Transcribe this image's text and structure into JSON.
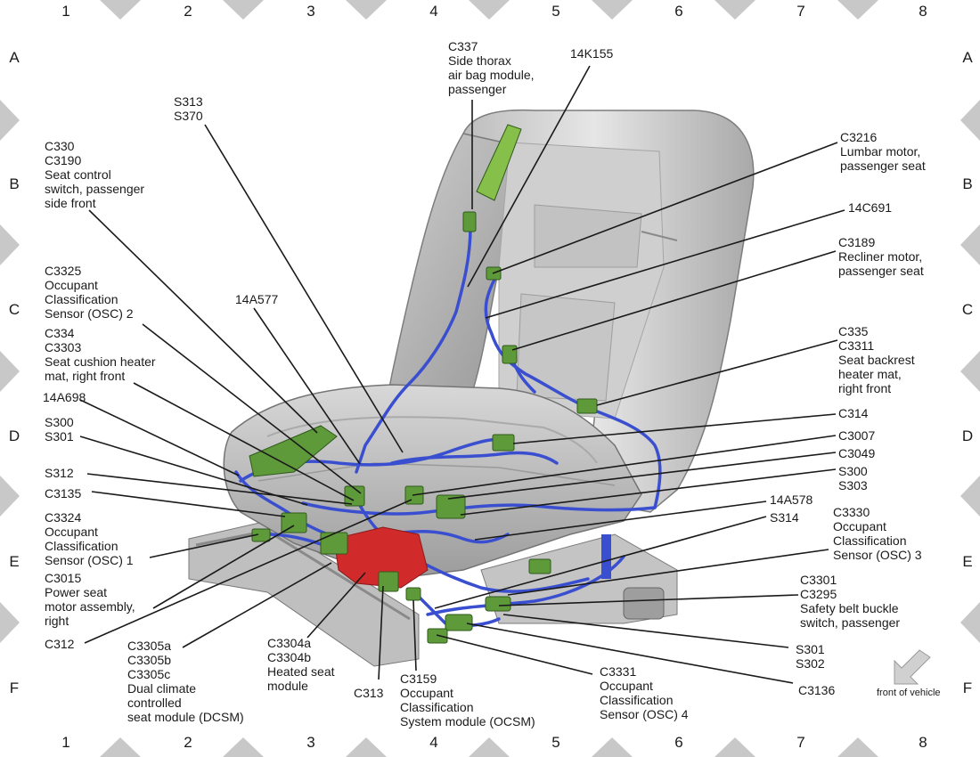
{
  "grid": {
    "columns": [
      "1",
      "2",
      "3",
      "4",
      "5",
      "6",
      "7",
      "8"
    ],
    "rows": [
      "A",
      "B",
      "C",
      "D",
      "E",
      "F"
    ]
  },
  "callouts": {
    "c337": [
      "C337",
      "Side thorax",
      "air bag module,",
      "passenger"
    ],
    "k14k155": [
      "14K155"
    ],
    "s313": [
      "S313",
      "S370"
    ],
    "c330": [
      "C330",
      "C3190",
      "Seat control",
      "switch, passenger",
      "side front"
    ],
    "c3216": [
      "C3216",
      "Lumbar motor,",
      "passenger seat"
    ],
    "c14c691": [
      "14C691"
    ],
    "c3189": [
      "C3189",
      "Recliner motor,",
      "passenger seat"
    ],
    "c3325": [
      "C3325",
      "Occupant",
      "Classification",
      "Sensor (OSC) 2"
    ],
    "a14a577": [
      "14A577"
    ],
    "c334": [
      "C334",
      "C3303",
      "Seat cushion heater",
      "mat, right front"
    ],
    "c335": [
      "C335",
      "C3311",
      "Seat backrest",
      "heater mat,",
      "right front"
    ],
    "a14a698": [
      "14A698"
    ],
    "c314": [
      "C314"
    ],
    "s300a": [
      "S300",
      "S301"
    ],
    "c3007": [
      "C3007"
    ],
    "c3049": [
      "C3049"
    ],
    "s312": [
      "S312"
    ],
    "s300b": [
      "S300",
      "S303"
    ],
    "c3135": [
      "C3135"
    ],
    "a14a578": [
      "14A578"
    ],
    "s314": [
      "S314"
    ],
    "c3324": [
      "C3324",
      "Occupant",
      "Classification",
      "Sensor (OSC) 1"
    ],
    "c3330": [
      "C3330",
      "Occupant",
      "Classification",
      "Sensor (OSC) 3"
    ],
    "c3015": [
      "C3015",
      "Power seat",
      "motor assembly,",
      "right"
    ],
    "c3301": [
      "C3301",
      "C3295",
      "Safety belt buckle",
      "switch, passenger"
    ],
    "c312": [
      "C312"
    ],
    "c3305": [
      "C3305a",
      "C3305b",
      "C3305c",
      "Dual climate",
      "controlled",
      "seat module (DCSM)"
    ],
    "c3304": [
      "C3304a",
      "C3304b",
      "Heated seat",
      "module"
    ],
    "c313": [
      "C313"
    ],
    "c3159": [
      "C3159",
      "Occupant",
      "Classification",
      "System module (OCSM)"
    ],
    "c3331": [
      "C3331",
      "Occupant",
      "Classification",
      "Sensor (OSC) 4"
    ],
    "s301": [
      "S301",
      "S302"
    ],
    "c3136": [
      "C3136"
    ]
  },
  "orientation": {
    "label": "front of vehicle",
    "icon": "front-of-vehicle-arrow-icon"
  },
  "colors": {
    "seat_shell": "#d9d9d9",
    "seat_shadow": "#9a9a9a",
    "harness": "#3a4fd0",
    "connector": "#5f9a3a",
    "module_red": "#d02a2a",
    "frame_marker": "#c8c8c8"
  }
}
